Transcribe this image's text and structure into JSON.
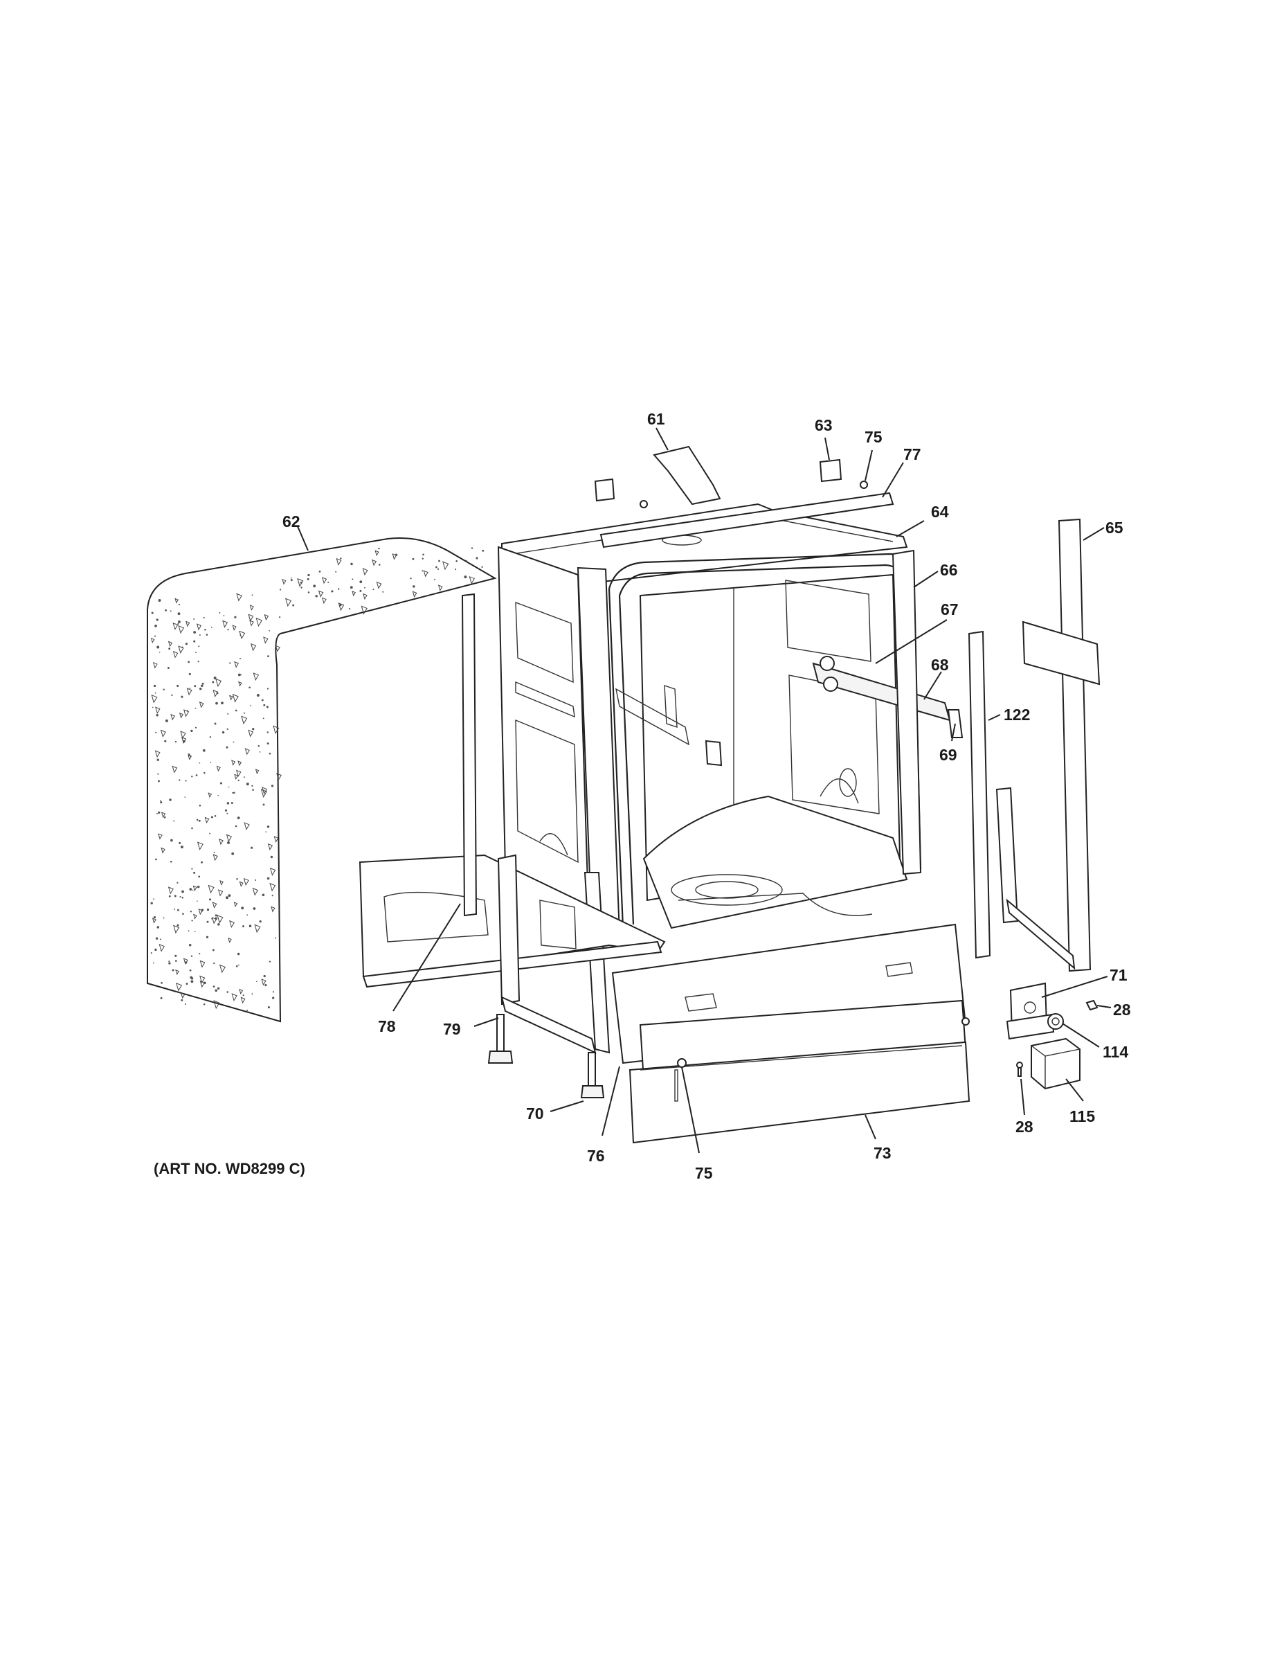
{
  "art_number": "(ART NO. WD8299 C)",
  "callouts": [
    {
      "id": "c61",
      "text": "61"
    },
    {
      "id": "c63",
      "text": "63"
    },
    {
      "id": "c75a",
      "text": "75"
    },
    {
      "id": "c77",
      "text": "77"
    },
    {
      "id": "c62",
      "text": "62"
    },
    {
      "id": "c64",
      "text": "64"
    },
    {
      "id": "c65",
      "text": "65"
    },
    {
      "id": "c66",
      "text": "66"
    },
    {
      "id": "c67",
      "text": "67"
    },
    {
      "id": "c68",
      "text": "68"
    },
    {
      "id": "c122",
      "text": "122"
    },
    {
      "id": "c69",
      "text": "69"
    },
    {
      "id": "c71",
      "text": "71"
    },
    {
      "id": "c28a",
      "text": "28"
    },
    {
      "id": "c114",
      "text": "114"
    },
    {
      "id": "c78",
      "text": "78"
    },
    {
      "id": "c79",
      "text": "79"
    },
    {
      "id": "c70",
      "text": "70"
    },
    {
      "id": "c76",
      "text": "76"
    },
    {
      "id": "c75b",
      "text": "75"
    },
    {
      "id": "c73",
      "text": "73"
    },
    {
      "id": "c28b",
      "text": "28"
    },
    {
      "id": "c115",
      "text": "115"
    }
  ]
}
